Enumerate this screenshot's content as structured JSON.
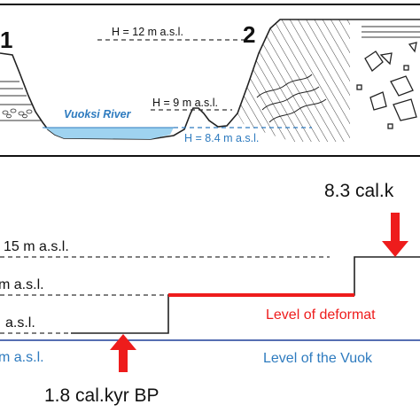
{
  "cross_section": {
    "label_site_1": "1",
    "label_site_2": "2",
    "level_h12": "H = 12 m a.s.l.",
    "level_h9": "H = 9 m a.s.l.",
    "river_name": "Vuoksi River",
    "level_h84": "H = 8.4 m a.s.l.",
    "water_color": "#9fd3f0",
    "river_label_color": "#2e7bbf"
  },
  "diagram": {
    "annotation_top": "8.3 cal.k",
    "annotation_bottom": "1.8 cal.kyr BP",
    "level_15": "15 m a.s.l.",
    "level_mid1": "m a.s.l.",
    "level_mid2": "a.s.l.",
    "level_river": "m a.s.l.",
    "legend_deformation": "Level of deformat",
    "legend_vuoksi": "Level of the Vuok",
    "deformation_color": "#ee1c1c",
    "river_line_color": "#1f3f99",
    "river_text_color": "#2e7bbf",
    "arrow_color": "#ee1c1c"
  }
}
